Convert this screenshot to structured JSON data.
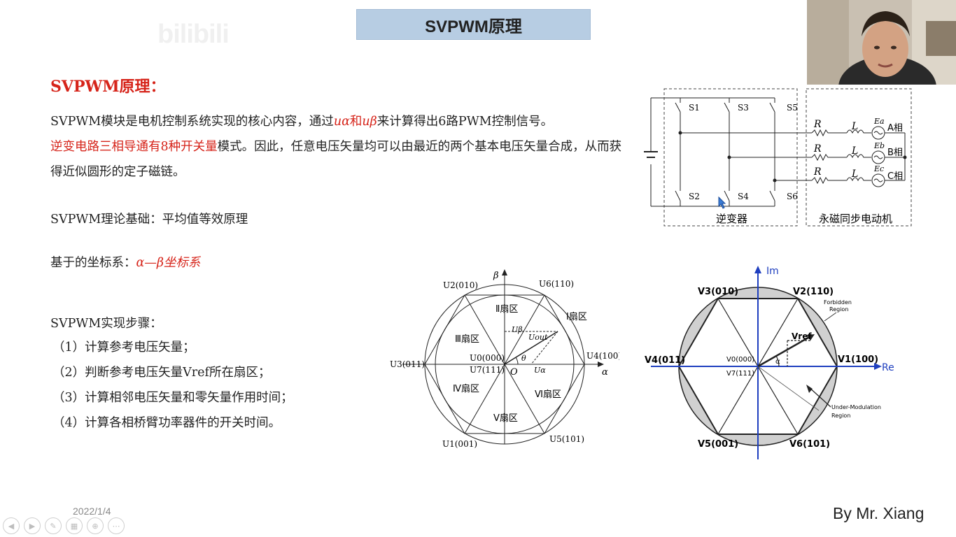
{
  "title": "SVPWM原理",
  "watermark": "bilibili",
  "section_heading": "SVPWM原理：",
  "intro": {
    "p1": "SVPWM模块是电机控制系统实现的核心内容，通过",
    "u_alpha": "uα",
    "and": "和",
    "u_beta": "uβ",
    "p2": "来计算得出6路PWM控制信号。",
    "red_part": "逆变电路三相导通有8种开关量",
    "p3": "模式。因此，任意电压矢量均可以由最近的两个基本电压矢量合成，从而获得近似圆形的定子磁链。"
  },
  "theory_basis": "SVPWM理论基础：平均值等效原理",
  "coord": {
    "label": "基于的坐标系：",
    "value": "α—β坐标系"
  },
  "steps_heading": "SVPWM实现步骤：",
  "steps": [
    "（1）计算参考电压矢量；",
    "（2）判断参考电压矢量Vref所在扇区；",
    "（3）计算相邻电压矢量和零矢量作用时间；",
    "（4）计算各相桥臂功率器件的开关时间。"
  ],
  "circuit": {
    "switches": [
      "S1",
      "S3",
      "S5",
      "S2",
      "S4",
      "S6"
    ],
    "r": "R",
    "l": "L",
    "sources": [
      "Ea",
      "Eb",
      "Ec"
    ],
    "phases": [
      "A相",
      "B相",
      "C相"
    ],
    "inverter_label": "逆变器",
    "motor_label": "永磁同步电动机"
  },
  "hexagon": {
    "beta": "β",
    "alpha": "α",
    "origin": "O",
    "vectors": [
      "U2(010)",
      "U6(110)",
      "U3(011)",
      "U4(100)",
      "U1(001)",
      "U5(101)"
    ],
    "zero1": "U0(000)",
    "zero2": "U7(111)",
    "sectors": [
      "Ⅰ扇区",
      "Ⅱ扇区",
      "Ⅲ扇区",
      "Ⅳ扇区",
      "Ⅴ扇区",
      "Ⅵ扇区"
    ],
    "u_beta": "Uβ",
    "u_out": "Uout",
    "u_alpha": "Uα",
    "theta": "θ"
  },
  "complex_plane": {
    "im": "Im",
    "re": "Re",
    "v3": "V3(010)",
    "v2": "V2(110)",
    "v4": "V4(011)",
    "v1": "V1(100)",
    "v5": "V5(001)",
    "v6": "V6(101)",
    "v0": "V0(000)",
    "v7": "V7(111)",
    "vref": "Vref",
    "alpha": "α",
    "forbidden": [
      "Forbidden",
      "Region"
    ],
    "under": [
      "Under-Modulation",
      "Region"
    ]
  },
  "date": "2022/1/4",
  "author": "By Mr. Xiang",
  "toolbar_icons": [
    "prev-icon",
    "next-icon",
    "pen-icon",
    "slides-icon",
    "zoom-icon",
    "more-icon"
  ],
  "colors": {
    "accent_red": "#d6241a",
    "banner": "#b7cde3",
    "axis_blue": "#1f3fbf"
  }
}
